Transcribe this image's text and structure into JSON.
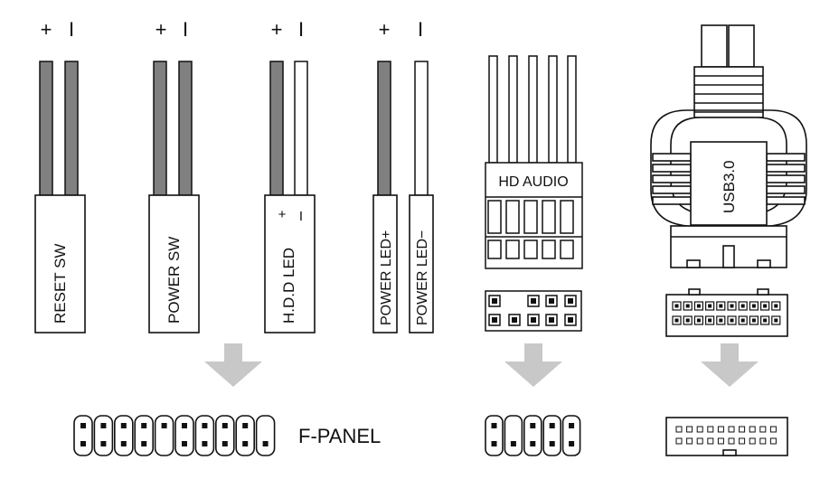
{
  "connectors": {
    "reset_sw": {
      "label": "RESET SW",
      "plus": "+",
      "minus": "I"
    },
    "power_sw": {
      "label": "POWER SW",
      "plus": "+",
      "minus": "I"
    },
    "hdd_led": {
      "label": "H.D.D LED",
      "plus": "+",
      "minus": "I",
      "pin_plus": "+",
      "pin_minus": "I"
    },
    "power_led_plus": {
      "label": "POWER LED+",
      "plus": "+"
    },
    "power_led_minus": {
      "label": "POWER LED−",
      "minus": "I"
    },
    "hd_audio": {
      "label": "HD AUDIO"
    },
    "usb3": {
      "label": "USB3.0"
    }
  },
  "headers": {
    "f_panel": {
      "label": "F-PANEL"
    }
  },
  "colors": {
    "wire_dark": "#808080",
    "arrow": "#c8c8c8",
    "stroke": "#111111"
  }
}
